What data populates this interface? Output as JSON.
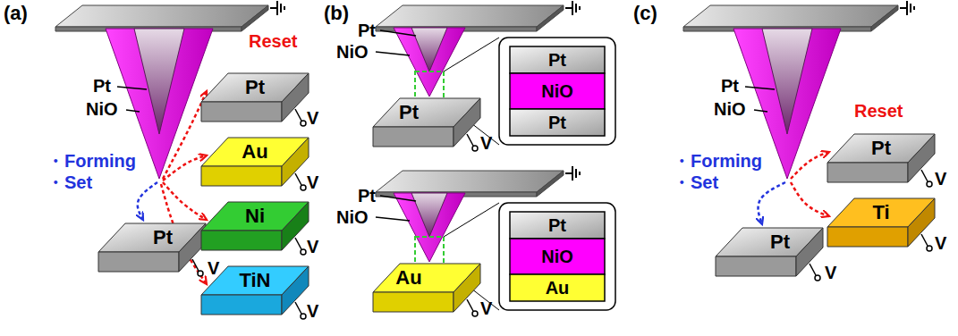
{
  "diagram": {
    "nodes": [
      {
        "text": [
          "Pt"
        ]
      },
      {
        "text": [
          "Pt"
        ]
      },
      {
        "text": [
          "Au"
        ]
      },
      {
        "text": [
          "Ni"
        ]
      },
      {
        "text": [
          "TiN"
        ]
      },
      {
        "text": [
          "Pt"
        ]
      },
      {
        "text": [
          "Pt"
        ]
      },
      {
        "text": [
          "NiO"
        ]
      },
      {
        "text": [
          "Pt"
        ]
      },
      {
        "text": [
          "Au"
        ]
      },
      {
        "text": [
          "Pt"
        ]
      },
      {
        "text": [
          "NiO"
        ]
      },
      {
        "text": [
          "Au"
        ]
      },
      {
        "text": [
          "Pt"
        ]
      },
      {
        "text": [
          "Pt"
        ]
      },
      {
        "text": [
          "Ti"
        ]
      }
    ],
    "labels": [
      "(a)",
      "Pt",
      "NiO",
      "・Forming",
      "・Set",
      "Reset",
      "V",
      "V",
      "V",
      "V",
      "V",
      "(b)",
      "Pt",
      "NiO",
      "V",
      "Pt",
      "NiO",
      "V",
      "(c)",
      "Pt",
      "NiO",
      "・Forming",
      "・Set",
      "Reset",
      "V",
      "V",
      "V"
    ]
  }
}
